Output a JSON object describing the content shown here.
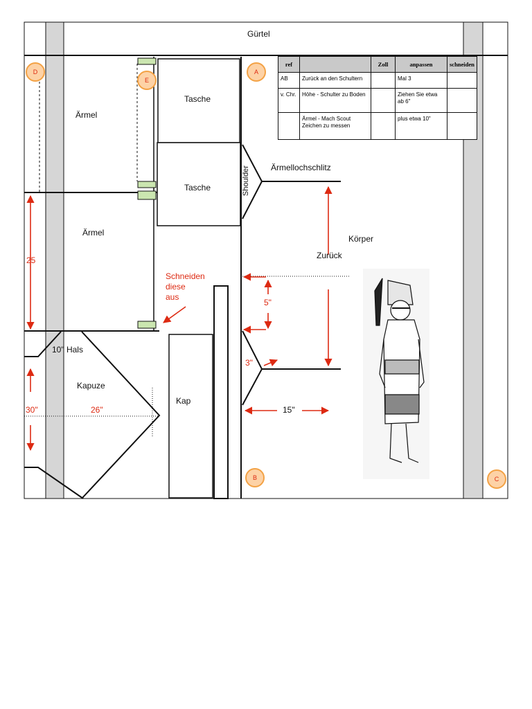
{
  "diagram": {
    "belt_label": "Gürtel",
    "pieces": {
      "sleeve_top": "Ärmel",
      "sleeve_bottom": "Ärmel",
      "pocket_top": "Tasche",
      "pocket_bottom": "Tasche",
      "hood": "Kapuze",
      "cap": "Kap",
      "body": "Körper",
      "back": "Zurück",
      "armhole_slit": "Ärmellochschlitz",
      "shoulder": "Shoulder",
      "neck": "10\" Hals"
    },
    "instructions": {
      "cut_out": [
        "Schneiden",
        "diese",
        "aus"
      ]
    },
    "measurements": {
      "sleeve_length": "25",
      "hood_height": "30\"",
      "hood_width": "26\"",
      "back_gap": "5\"",
      "slit_depth": "3\"",
      "body_width": "15\""
    },
    "markers": [
      "A",
      "B",
      "C",
      "D",
      "E"
    ]
  },
  "table": {
    "headers": [
      "ref",
      "",
      "Zoll",
      "anpassen",
      "schneiden"
    ],
    "rows": [
      [
        "AB",
        "Zurück an den Schultern",
        "",
        "Mal 3",
        ""
      ],
      [
        "v. Chr.",
        "Höhe - Schulter zu Boden",
        "",
        "Ziehen Sie etwa ab 6\"",
        ""
      ],
      [
        "",
        "Ärmel - Mach Scout Zeichen zu messen",
        "",
        "plus etwa 10\"",
        ""
      ]
    ]
  },
  "colors": {
    "accent_red": "#dd2a12",
    "badge_fill": "#fdd2a6",
    "badge_stroke": "#f3a245",
    "margin_strip": "#d6d6d6",
    "tab_green": "#cbe6b0"
  }
}
